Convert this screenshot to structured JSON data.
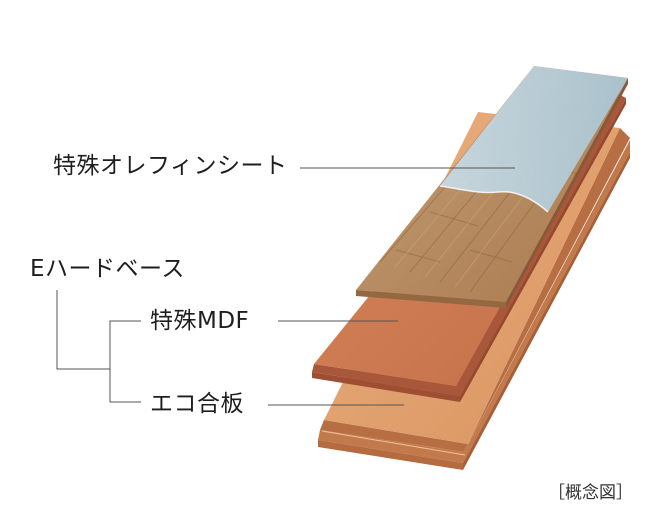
{
  "labels": {
    "sheet": "特殊オレフィンシート",
    "base": "Eハードベース",
    "mdf": "特殊MDF",
    "plywood": "エコ合板"
  },
  "note": "［概念図］",
  "colors": {
    "wood": "#b88d5e",
    "film": "#b9d2df",
    "mdf": "#cd7a52",
    "plywood": "#e2a06e",
    "line": "#555555"
  }
}
